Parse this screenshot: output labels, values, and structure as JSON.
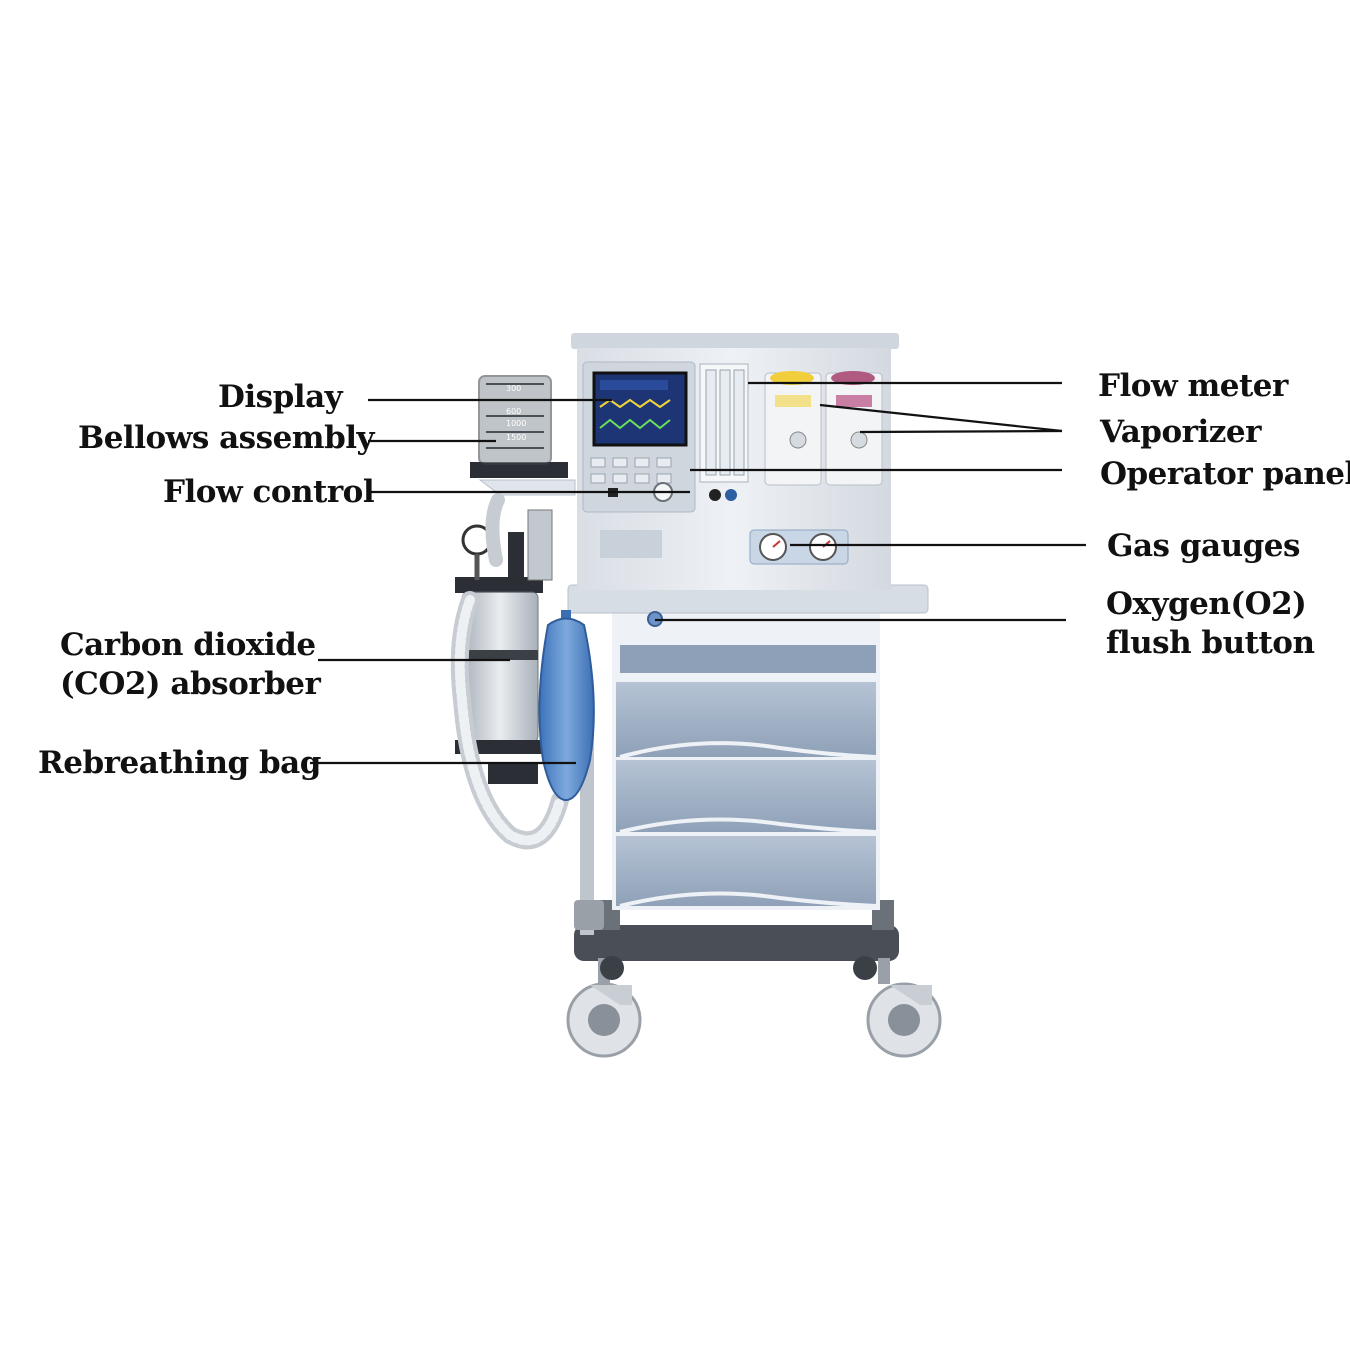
{
  "labels": {
    "display": "Display",
    "bellows_assembly": "Bellows assembly",
    "flow_control": "Flow control",
    "carbon_dioxide_line1": "Carbon dioxide",
    "carbon_dioxide_line2": "(CO2) absorber",
    "rebreathing_bag": "Rebreathing bag",
    "flow_meter": "Flow meter",
    "vaporizer": "Vaporizer",
    "operator_panel": "Operator panel",
    "gas_gauges": "Gas gauges",
    "oxygen_flush_line1": "Oxygen(O2)",
    "oxygen_flush_line2": "flush button"
  },
  "bellows_scale": [
    "300",
    "600",
    "1000",
    "1500"
  ],
  "colors": {
    "label_text": "#111111",
    "leader_line": "#111111",
    "machine_body": "#e4e9ef",
    "drawer_blue": "#9fb1c7",
    "screen_blue": "#2a4a9a",
    "bag_blue": "#5b8fd0",
    "frame_dark": "#4a4f57"
  },
  "icons": [
    "anesthesia-machine-illustration",
    "caster-wheel-icon",
    "pressure-gauge-icon"
  ]
}
